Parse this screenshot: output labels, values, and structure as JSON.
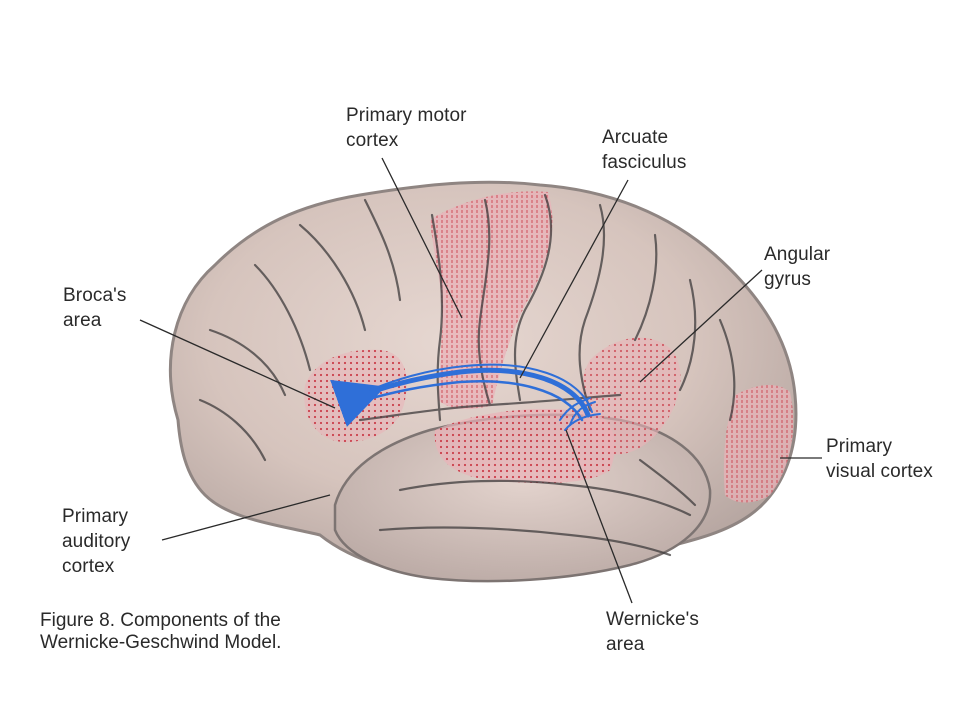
{
  "labels": {
    "primary_motor_cortex": [
      "Primary motor",
      "cortex"
    ],
    "arcuate_fasciculus": [
      "Arcuate",
      "fasciculus"
    ],
    "angular_gyrus": [
      "Angular",
      "gyrus"
    ],
    "brocas_area": [
      "Broca's",
      "area"
    ],
    "primary_visual_cortex": [
      "Primary",
      "visual cortex"
    ],
    "primary_auditory_cortex": [
      "Primary",
      "auditory",
      "cortex"
    ],
    "wernickes_area": [
      "Wernicke's",
      "area"
    ]
  },
  "caption": [
    "Figure 8.  Components of the",
    "Wernicke-Geschwind Model."
  ],
  "colors": {
    "brain_fill": "#d8c7c0",
    "brain_shadow": "#8f8582",
    "sulcus": "#3e3b3c",
    "region_pink": "#e9b2b8",
    "dot_red": "#c8323f",
    "fasciculus_blue": "#2f6fd8",
    "leader_line": "#2a2a2a"
  }
}
